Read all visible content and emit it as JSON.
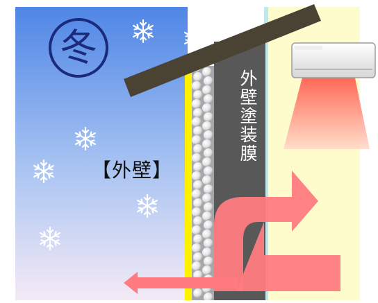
{
  "season_badge": "冬",
  "wall_label": "【外壁】",
  "coating_film_label": "外壁塗装膜",
  "colors": {
    "sky_top": "#5b8ee6",
    "sky_bottom": "#f3e9f5",
    "interior": "#fefccc",
    "coating_film": "#585858",
    "wall_layer": "#9fa3a8",
    "yellow_layer": "#fff100",
    "roof": "#4a4233",
    "heat_arrow": "#ff7b80",
    "badge": "#1b2a7a"
  },
  "icons": [
    "snowflake-icon",
    "air-conditioner-icon",
    "heat-arrow-icon"
  ]
}
